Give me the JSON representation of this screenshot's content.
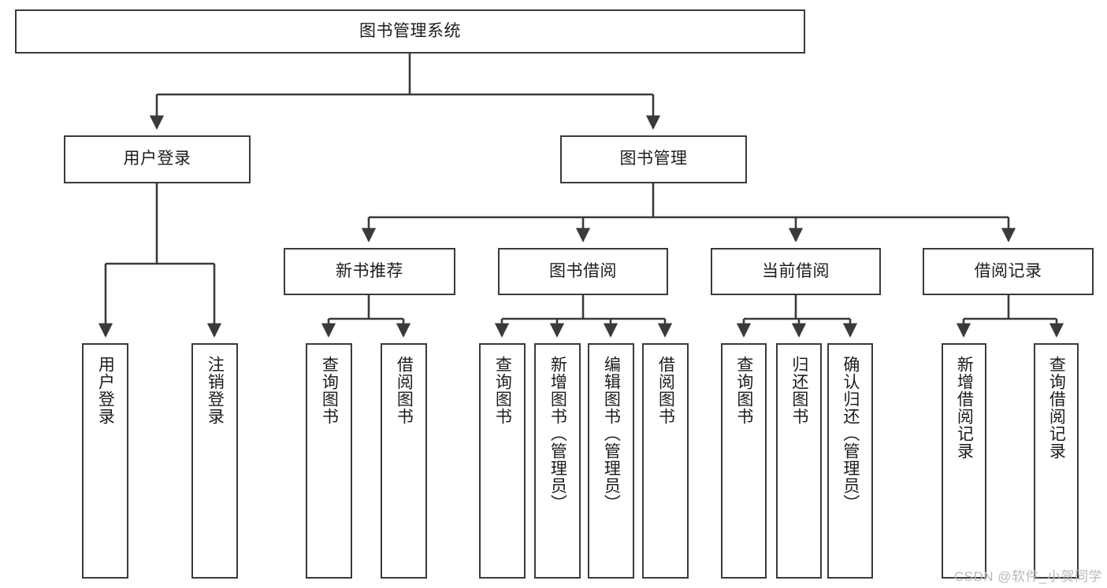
{
  "diagram": {
    "title": "图书管理系统",
    "type": "hierarchy-tree",
    "watermark": "CSDN @软件_小贺同学",
    "colors": {
      "stroke": "#3a3a3a",
      "fill": "#ffffff",
      "text": "#1c1c1c",
      "watermark": "#b9b9b9"
    },
    "nodes": {
      "root": {
        "label": "图书管理系统",
        "level": 1
      },
      "l2": [
        {
          "id": "user-login",
          "label": "用户登录",
          "level": 2
        },
        {
          "id": "book-manage",
          "label": "图书管理",
          "level": 2
        }
      ],
      "l3": [
        {
          "id": "new-book-recommend",
          "label": "新书推荐",
          "level": 3
        },
        {
          "id": "book-borrow",
          "label": "图书借阅",
          "level": 3
        },
        {
          "id": "current-borrow",
          "label": "当前借阅",
          "level": 3
        },
        {
          "id": "borrow-record",
          "label": "借阅记录",
          "level": 3
        }
      ],
      "leaves": {
        "user-login": [
          {
            "id": "leaf-user-login",
            "label": "用户登录"
          },
          {
            "id": "leaf-logout-login",
            "label": "注销登录"
          }
        ],
        "new-book-recommend": [
          {
            "id": "leaf-query-book-1",
            "label": "查询图书"
          },
          {
            "id": "leaf-borrow-book-1",
            "label": "借阅图书"
          }
        ],
        "book-borrow": [
          {
            "id": "leaf-query-book-2",
            "label": "查询图书"
          },
          {
            "id": "leaf-add-book",
            "label": "新增图书（管理员）"
          },
          {
            "id": "leaf-edit-book",
            "label": "编辑图书（管理员）"
          },
          {
            "id": "leaf-borrow-book-2",
            "label": "借阅图书"
          }
        ],
        "current-borrow": [
          {
            "id": "leaf-query-book-3",
            "label": "查询图书"
          },
          {
            "id": "leaf-return-book",
            "label": "归还图书"
          },
          {
            "id": "leaf-confirm-return",
            "label": "确认归还（管理员）"
          }
        ],
        "borrow-record": [
          {
            "id": "leaf-add-record",
            "label": "新增借阅记录"
          },
          {
            "id": "leaf-query-record",
            "label": "查询借阅记录"
          }
        ]
      }
    },
    "edges": [
      {
        "from": "图书管理系统",
        "to": "用户登录"
      },
      {
        "from": "图书管理系统",
        "to": "图书管理"
      },
      {
        "from": "用户登录",
        "to": "用户登录"
      },
      {
        "from": "用户登录",
        "to": "注销登录"
      },
      {
        "from": "图书管理",
        "to": "新书推荐"
      },
      {
        "from": "图书管理",
        "to": "图书借阅"
      },
      {
        "from": "图书管理",
        "to": "当前借阅"
      },
      {
        "from": "图书管理",
        "to": "借阅记录"
      },
      {
        "from": "新书推荐",
        "to": "查询图书"
      },
      {
        "from": "新书推荐",
        "to": "借阅图书"
      },
      {
        "from": "图书借阅",
        "to": "查询图书"
      },
      {
        "from": "图书借阅",
        "to": "新增图书（管理员）"
      },
      {
        "from": "图书借阅",
        "to": "编辑图书（管理员）"
      },
      {
        "from": "图书借阅",
        "to": "借阅图书"
      },
      {
        "from": "当前借阅",
        "to": "查询图书"
      },
      {
        "from": "当前借阅",
        "to": "归还图书"
      },
      {
        "from": "当前借阅",
        "to": "确认归还（管理员）"
      },
      {
        "from": "借阅记录",
        "to": "新增借阅记录"
      },
      {
        "from": "借阅记录",
        "to": "查询借阅记录"
      }
    ]
  }
}
